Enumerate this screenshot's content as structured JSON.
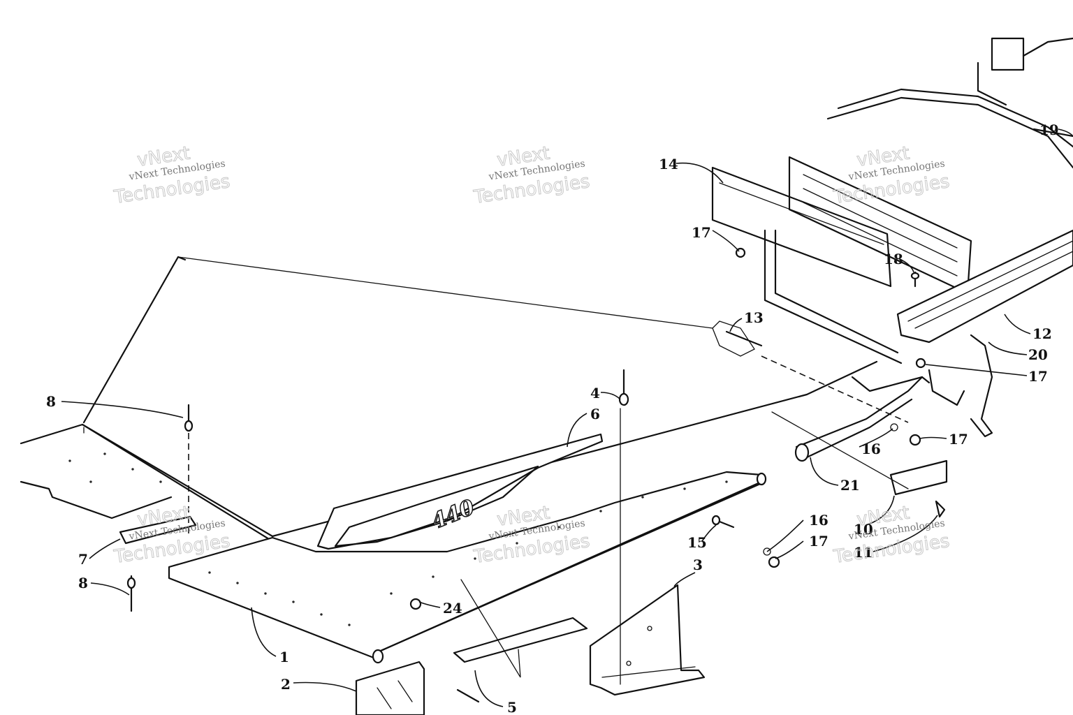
{
  "diagram": {
    "callouts": [
      {
        "id": "c1",
        "label": "1"
      },
      {
        "id": "c2",
        "label": "2"
      },
      {
        "id": "c3",
        "label": "3"
      },
      {
        "id": "c4",
        "label": "4"
      },
      {
        "id": "c5",
        "label": "5"
      },
      {
        "id": "c6",
        "label": "6"
      },
      {
        "id": "c7",
        "label": "7"
      },
      {
        "id": "c8a",
        "label": "8"
      },
      {
        "id": "c8b",
        "label": "8"
      },
      {
        "id": "c10",
        "label": "10"
      },
      {
        "id": "c11",
        "label": "11"
      },
      {
        "id": "c12",
        "label": "12"
      },
      {
        "id": "c13",
        "label": "13"
      },
      {
        "id": "c14",
        "label": "14"
      },
      {
        "id": "c15",
        "label": "15"
      },
      {
        "id": "c16a",
        "label": "16"
      },
      {
        "id": "c16b",
        "label": "16"
      },
      {
        "id": "c17a",
        "label": "17"
      },
      {
        "id": "c17b",
        "label": "17"
      },
      {
        "id": "c17c",
        "label": "17"
      },
      {
        "id": "c17d",
        "label": "17"
      },
      {
        "id": "c18",
        "label": "18"
      },
      {
        "id": "c19",
        "label": "19"
      },
      {
        "id": "c20",
        "label": "20"
      },
      {
        "id": "c21",
        "label": "21"
      },
      {
        "id": "c24",
        "label": "24"
      }
    ],
    "decal_text": "440"
  },
  "watermark": {
    "line1": "vNext Technologies",
    "line2": "vNext",
    "line3": "Technologies"
  }
}
